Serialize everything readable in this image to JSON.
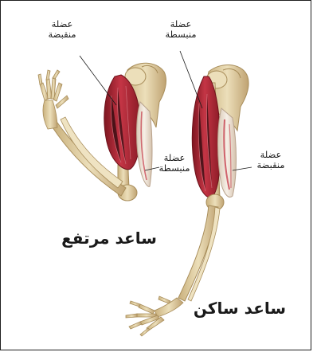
{
  "labels": {
    "left_top_l1": "عضلة",
    "left_top_l2": "منقبضة",
    "left_mid_l1": "عضلة",
    "left_mid_l2": "منبسطة",
    "right_top_l1": "عضلة",
    "right_top_l2": "منبسطة",
    "right_mid_l1": "عضلة",
    "right_mid_l2": "منقبضة"
  },
  "captions": {
    "raised": "ساعد مرتفع",
    "resting": "ساعد ساكن"
  },
  "colors": {
    "bone": "#e3d3a8",
    "bone_shade": "#b99e69",
    "muscle": "#b02734",
    "muscle_dark": "#7d1620",
    "tendon": "#efe4d6",
    "frame": "#1f1f1f"
  }
}
